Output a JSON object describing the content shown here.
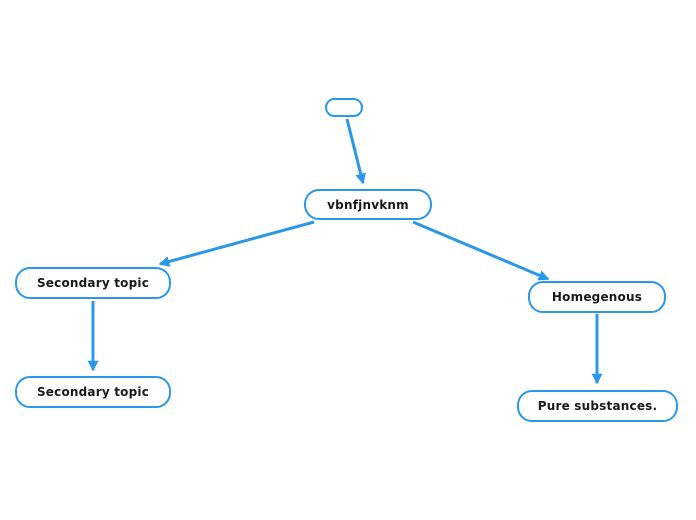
{
  "app": {
    "type": "mind-map-canvas"
  },
  "theme": {
    "accent_color": "#2b97e8",
    "node_fill": "#ffffff",
    "text_color": "#1a1a1a",
    "background": "#ffffff"
  },
  "nodes": [
    {
      "id": "floating-empty",
      "label": ""
    },
    {
      "id": "central",
      "label": "vbnfjnvknm"
    },
    {
      "id": "branch-left",
      "label": "Secondary topic"
    },
    {
      "id": "branch-right",
      "label": "Homegenous"
    },
    {
      "id": "child-left",
      "label": "Secondary topic"
    },
    {
      "id": "child-right",
      "label": "Pure substances."
    }
  ],
  "edges": [
    {
      "from": "floating-empty",
      "to": "central"
    },
    {
      "from": "central",
      "to": "branch-left"
    },
    {
      "from": "central",
      "to": "branch-right"
    },
    {
      "from": "branch-left",
      "to": "child-left"
    },
    {
      "from": "branch-right",
      "to": "child-right"
    }
  ]
}
